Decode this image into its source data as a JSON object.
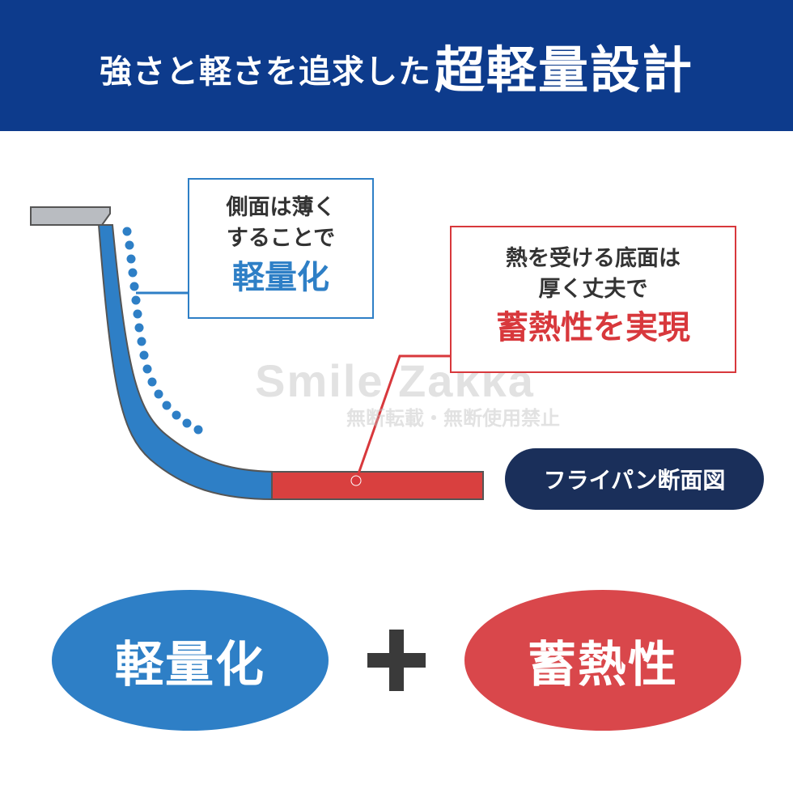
{
  "header": {
    "lead": "強さと軽さを追求した",
    "accent": "超軽量設計",
    "background_color": "#0d3b8c"
  },
  "callouts": {
    "side": {
      "line1": "側面は薄く",
      "line2": "することで",
      "emphasis": "軽量化",
      "color": "#2e7fc6"
    },
    "bottom": {
      "line1": "熱を受ける底面は",
      "line2": "厚く丈夫で",
      "emphasis": "蓄熱性を実現",
      "color": "#d8383c"
    }
  },
  "diagram_label": "フライパン断面図",
  "watermark": {
    "line1": "Smile Zakka",
    "line2": "無断転載・無断使用禁止"
  },
  "summary": {
    "left": "軽量化",
    "right": "蓄熱性",
    "operator": "plus-icon",
    "left_color": "#2e7fc6",
    "right_color": "#d9474b"
  },
  "pan_colors": {
    "rim": "#b9bcc1",
    "side": "#2e7fc6",
    "bottom": "#d9403f"
  }
}
